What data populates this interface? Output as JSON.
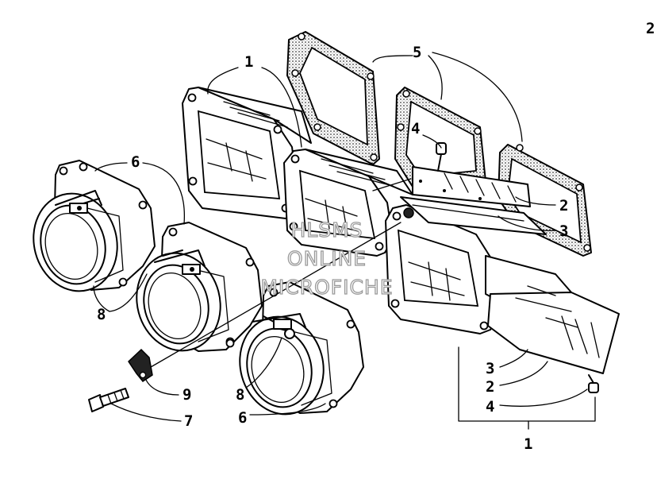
{
  "figure_marker": "2",
  "watermark": {
    "line1": "HLSMS",
    "line2": "ONLINE",
    "line3": "MICROFICHE"
  },
  "callouts": {
    "reed_valve_assembly_top": "1",
    "reed_valve_assembly_bottom": "1",
    "petal_plate_upper": "2",
    "petal_plate_lower": "2",
    "reed_petal_upper": "3",
    "reed_petal_lower": "3",
    "screw_upper": "4",
    "screw_lower": "4",
    "gasket": "5",
    "intake_flange_top": "6",
    "intake_flange_bottom": "6",
    "bolt": "7",
    "clamp_left": "8",
    "clamp_center": "8",
    "cable_clip": "9"
  }
}
